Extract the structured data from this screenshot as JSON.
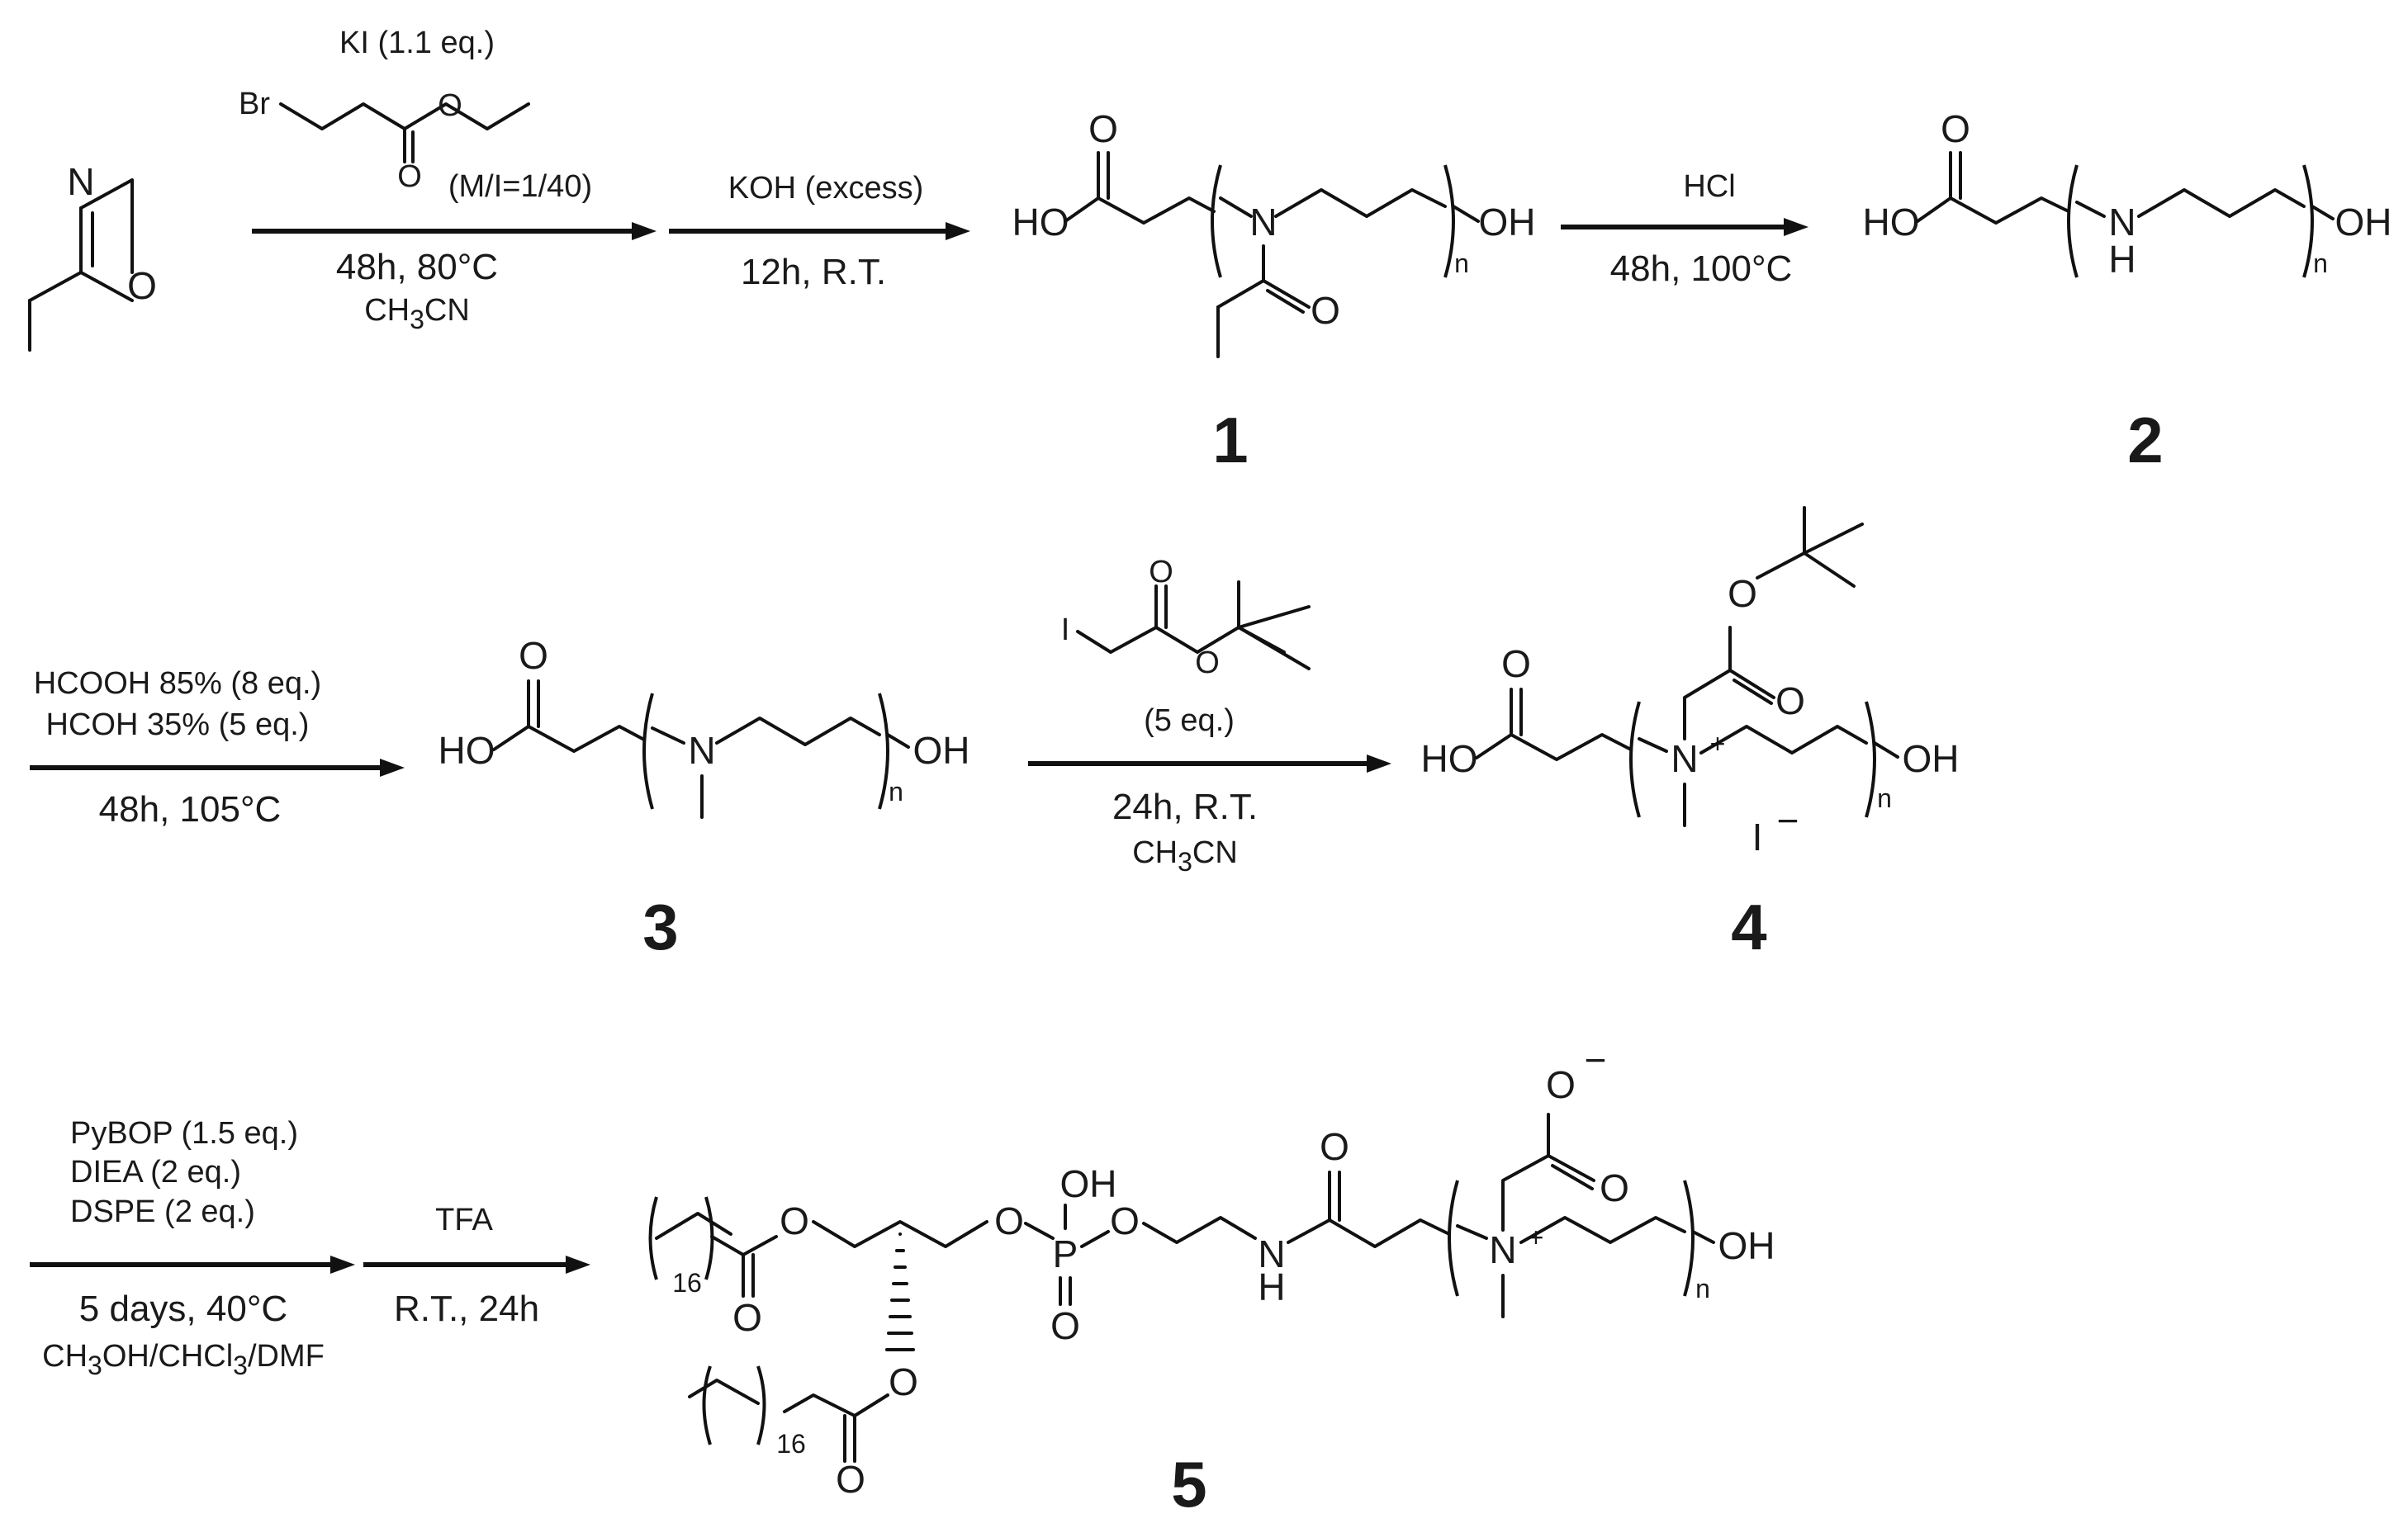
{
  "compounds": {
    "c1": "1",
    "c2": "2",
    "c3": "3",
    "c4": "4",
    "c5": "5"
  },
  "step1": {
    "reagent_eq": "KI (1.1 eq.)",
    "ratio": "(M/I=1/40)",
    "time_temp": "48h, 80°C",
    "solvent": "CH3CN"
  },
  "step2": {
    "reagent": "KOH (excess)",
    "time_temp": "12h, R.T."
  },
  "step3": {
    "reagent": "HCl",
    "time_temp": "48h, 100°C"
  },
  "step4": {
    "line1": "HCOOH 85% (8 eq.)",
    "line2": "HCOH 35% (5 eq.)",
    "time_temp": "48h, 105°C"
  },
  "step5": {
    "eq": "(5 eq.)",
    "time_temp": "24h, R.T.",
    "solvent": "CH3CN"
  },
  "step6": {
    "line1": "PyBOP (1.5 eq.)",
    "line2": "DIEA (2 eq.)",
    "line3": "DSPE (2 eq.)",
    "time_temp": "5 days, 40°C",
    "solvent": "CH3OH/CHCl3/DMF"
  },
  "step7": {
    "reagent": "TFA",
    "time_temp": "R.T., 24h"
  },
  "atoms": {
    "N": "N",
    "O": "O",
    "Br": "Br",
    "I": "I",
    "H": "H",
    "P": "P",
    "OH": "OH",
    "HO": "HO",
    "n": "n",
    "plus": "+",
    "minus": "−",
    "iodide": "I",
    "sixteen": "16"
  }
}
